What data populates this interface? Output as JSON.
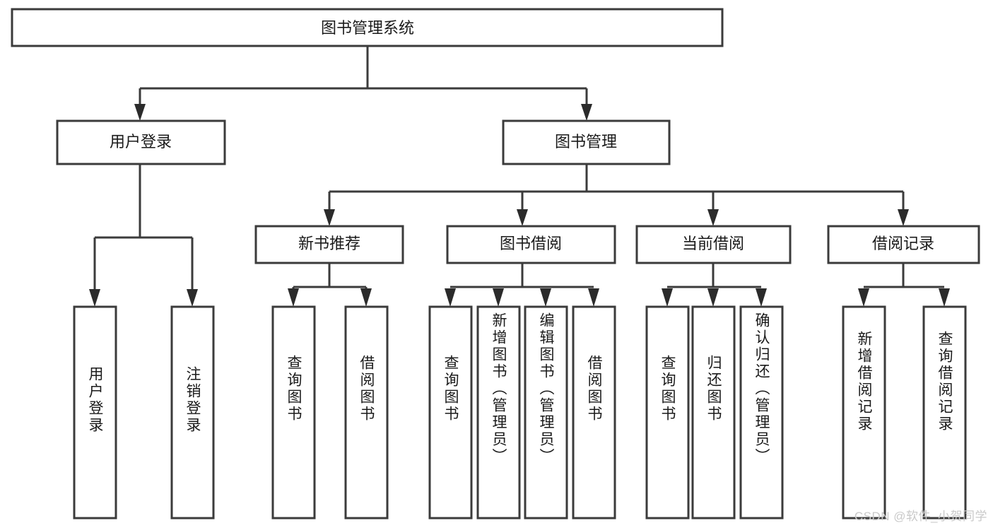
{
  "diagram": {
    "title_node": {
      "label": "图书管理系统"
    },
    "level1": [
      {
        "id": "user-login",
        "label": "用户登录"
      },
      {
        "id": "book-management",
        "label": "图书管理"
      }
    ],
    "level2": [
      {
        "id": "new-book-recommend",
        "label": "新书推荐"
      },
      {
        "id": "book-borrow",
        "label": "图书借阅"
      },
      {
        "id": "current-borrow",
        "label": "当前借阅"
      },
      {
        "id": "borrow-record",
        "label": "借阅记录"
      }
    ],
    "leaves": {
      "user_login": [
        {
          "id": "leaf-user-login",
          "label": "用户登录"
        },
        {
          "id": "leaf-logout-login",
          "label": "注销登录"
        }
      ],
      "new_book_recommend": [
        {
          "id": "leaf-query-book-1",
          "label": "查询图书"
        },
        {
          "id": "leaf-borrow-book-1",
          "label": "借阅图书"
        }
      ],
      "book_borrow": [
        {
          "id": "leaf-query-book-2",
          "label": "查询图书"
        },
        {
          "id": "leaf-add-book",
          "label": "新增图书（管理员）"
        },
        {
          "id": "leaf-edit-book",
          "label": "编辑图书（管理员）"
        },
        {
          "id": "leaf-borrow-book-2",
          "label": "借阅图书"
        }
      ],
      "current_borrow": [
        {
          "id": "leaf-query-book-3",
          "label": "查询图书"
        },
        {
          "id": "leaf-return-book",
          "label": "归还图书"
        },
        {
          "id": "leaf-confirm-return",
          "label": "确认归还（管理员）"
        }
      ],
      "borrow_record": [
        {
          "id": "leaf-add-borrow-record",
          "label": "新增借阅记录"
        },
        {
          "id": "leaf-query-borrow-record",
          "label": "查询借阅记录"
        }
      ]
    },
    "watermark": "CSDN @软件_小贺同学",
    "colors": {
      "box_stroke": "#3b3b3b",
      "box_fill": "#ffffff",
      "connector": "#3b3b3b",
      "text": "#1a1a1a",
      "watermark": "#c9c9c9",
      "background": "#ffffff"
    }
  }
}
